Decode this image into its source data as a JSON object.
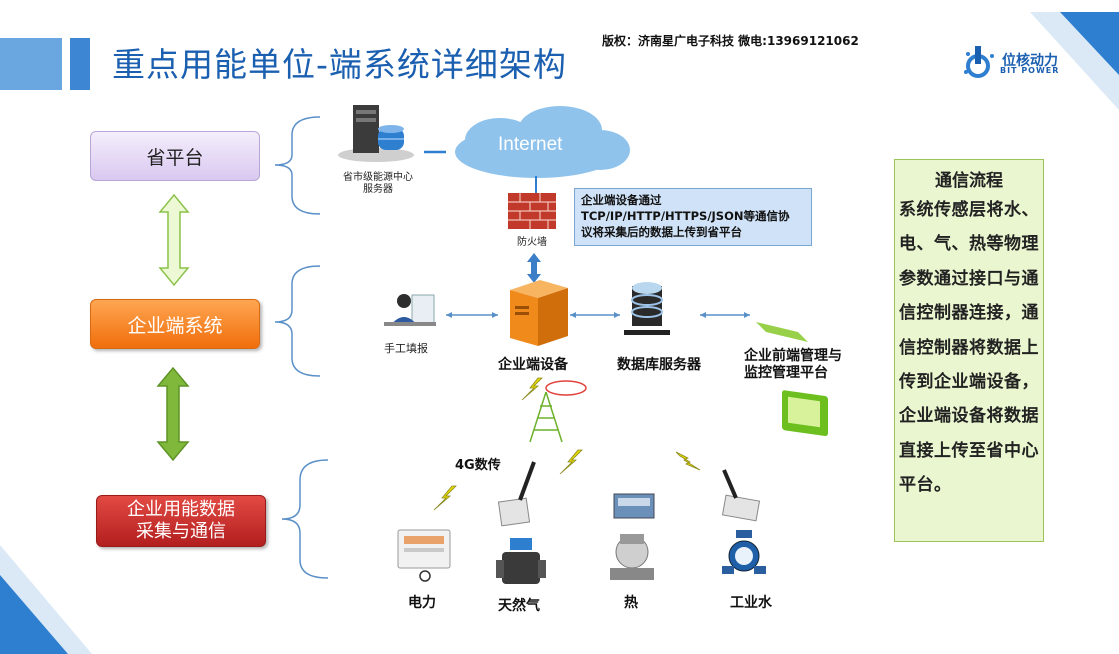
{
  "header": {
    "title": "重点用能单位-端系统详细架构",
    "copyright": "版权：济南星广电子科技  微电:13969121062",
    "logo_name": "位核动力",
    "logo_sub": "BIT POWER"
  },
  "left_boxes": {
    "province": "省平台",
    "enterprise": "企业端系统",
    "collect": "企业用能数据\n采集与通信"
  },
  "network": {
    "server_label": "省市级能源中心\n服务器",
    "internet": "Internet",
    "firewall": "防火墙",
    "info_text": "企业端设备通过\nTCP/IP/HTTP/HTTPS/JSON等通信协\n议将采集后的数据上传到省平台"
  },
  "enterprise_nodes": {
    "manual": "手工填报",
    "device": "企业端设备",
    "db_server": "数据库服务器",
    "frontend": "企业前端管理与\n监控管理平台",
    "g4": "4G数传"
  },
  "meters": {
    "power": "电力",
    "gas": "天然气",
    "heat": "热",
    "water": "工业水"
  },
  "flow": {
    "title": "通信流程",
    "body": "系统传感层将水、电、气、热等物理参数通过接口与通信控制器连接，通信控制器将数据上传到企业端设备，企业端设备将数据直接上传至省中心平台。"
  },
  "colors": {
    "title_blue": "#1b5fb0",
    "corner_blue": "#2f7fd0",
    "arrow_green": "#7fb83a",
    "firewall_red": "#c0392b",
    "device_orange": "#f08a1a"
  }
}
